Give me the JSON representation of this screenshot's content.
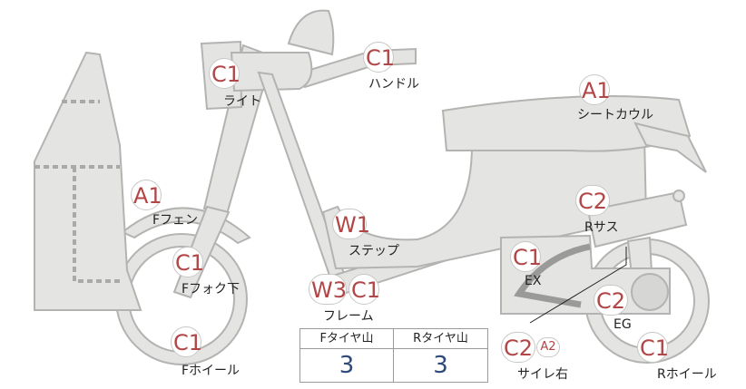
{
  "parts": [
    {
      "key": "light",
      "badges": [
        {
          "code": "C1",
          "color": "#b24545"
        }
      ],
      "label": "ライト"
    },
    {
      "key": "handle",
      "badges": [
        {
          "code": "C1",
          "color": "#b24545"
        }
      ],
      "label": "ハンドル"
    },
    {
      "key": "seat_cowl",
      "badges": [
        {
          "code": "A1",
          "color": "#b24545"
        }
      ],
      "label": "シートカウル"
    },
    {
      "key": "f_fender",
      "badges": [
        {
          "code": "A1",
          "color": "#b24545"
        }
      ],
      "label": "Fフェン"
    },
    {
      "key": "step",
      "badges": [
        {
          "code": "W1",
          "color": "#b24545"
        }
      ],
      "label": "ステップ"
    },
    {
      "key": "r_sus",
      "badges": [
        {
          "code": "C2",
          "color": "#b24545"
        }
      ],
      "label": "Rサス"
    },
    {
      "key": "f_fork",
      "badges": [
        {
          "code": "C1",
          "color": "#b24545"
        }
      ],
      "label": "Fフォク下"
    },
    {
      "key": "ex",
      "badges": [
        {
          "code": "C1",
          "color": "#b24545"
        }
      ],
      "label": "EX"
    },
    {
      "key": "frame",
      "badges": [
        {
          "code": "W3",
          "color": "#b24545"
        },
        {
          "code": "C1",
          "color": "#b24545"
        }
      ],
      "label": "フレーム"
    },
    {
      "key": "eg",
      "badges": [
        {
          "code": "C2",
          "color": "#b24545"
        }
      ],
      "label": "EG"
    },
    {
      "key": "f_wheel",
      "badges": [
        {
          "code": "C1",
          "color": "#b24545"
        }
      ],
      "label": "Fホイール"
    },
    {
      "key": "silencer_right",
      "badges": [
        {
          "code": "C2",
          "color": "#b24545"
        },
        {
          "code": "A2",
          "color": "#b24545"
        }
      ],
      "label": "サイレ右"
    },
    {
      "key": "r_wheel",
      "badges": [
        {
          "code": "C1",
          "color": "#b24545"
        }
      ],
      "label": "Rホイール"
    }
  ],
  "tire_table": {
    "front_header": "Fタイヤ山",
    "rear_header": "Rタイヤ山",
    "front_value": "3",
    "rear_value": "3"
  },
  "colors": {
    "badge_text": "#b24545",
    "part_fill": "#e4e4e2",
    "part_stroke": "#b3b3b1",
    "table_value": "#2e4a7a"
  }
}
